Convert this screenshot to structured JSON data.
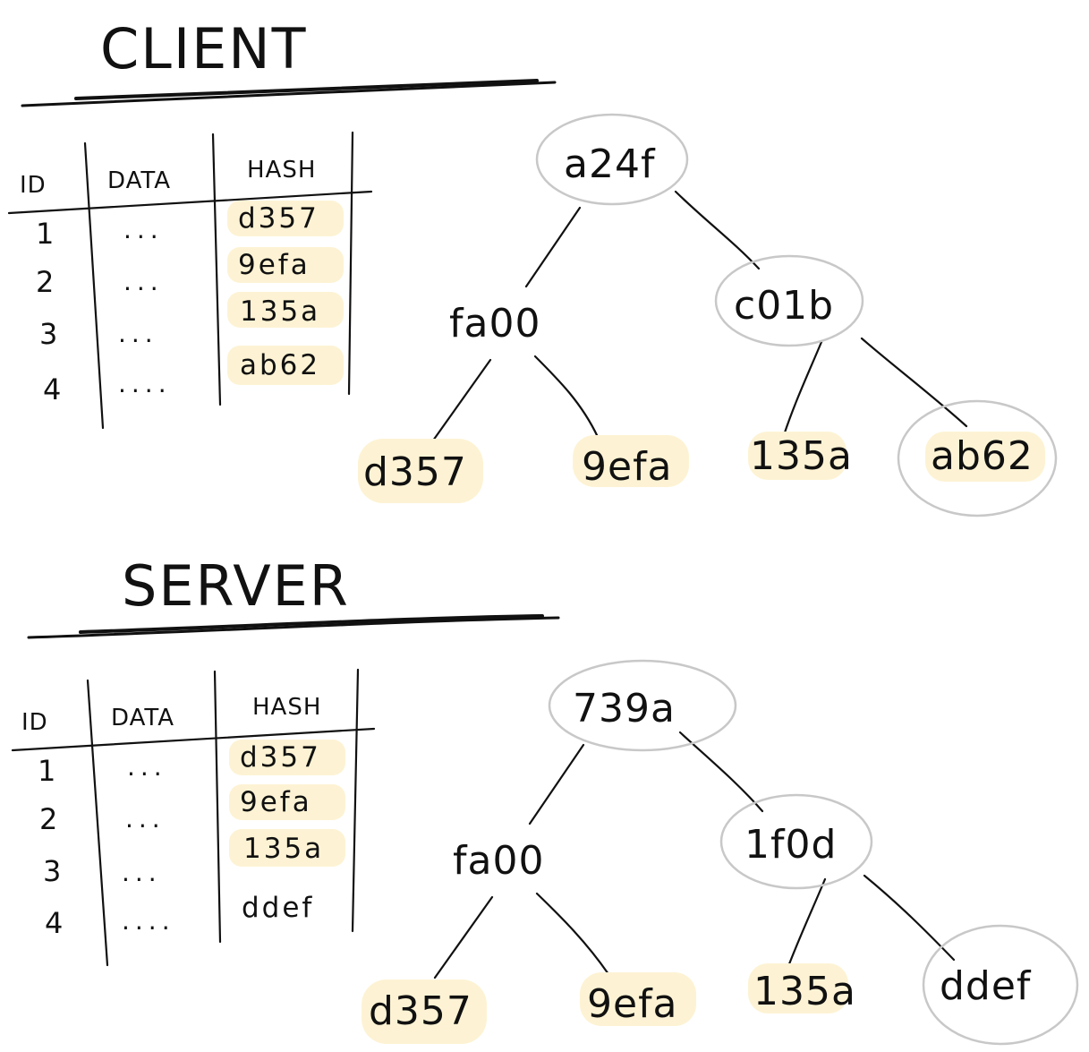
{
  "sections": [
    {
      "id": "client",
      "title": "CLIENT",
      "table": {
        "headers": [
          "ID",
          "DATA",
          "HASH"
        ],
        "rows": [
          {
            "id": "1",
            "data": "...",
            "hash": "d357",
            "highlight": true
          },
          {
            "id": "2",
            "data": "...",
            "hash": "9efa",
            "highlight": true
          },
          {
            "id": "3",
            "data": "...",
            "hash": "135a",
            "highlight": true
          },
          {
            "id": "4",
            "data": "....",
            "hash": "ab62",
            "highlight": true
          }
        ]
      },
      "tree": {
        "root": "a24f",
        "left": "fa00",
        "right": "c01b",
        "leaves": [
          "d357",
          "9efa",
          "135a",
          "ab62"
        ]
      }
    },
    {
      "id": "server",
      "title": "SERVER",
      "table": {
        "headers": [
          "ID",
          "DATA",
          "HASH"
        ],
        "rows": [
          {
            "id": "1",
            "data": "...",
            "hash": "d357",
            "highlight": true
          },
          {
            "id": "2",
            "data": "...",
            "hash": "9efa",
            "highlight": true
          },
          {
            "id": "3",
            "data": "...",
            "hash": "135a",
            "highlight": true
          },
          {
            "id": "4",
            "data": "....",
            "hash": "ddef",
            "highlight": false
          }
        ]
      },
      "tree": {
        "root": "739a",
        "left": "fa00",
        "right": "1f0d",
        "leaves": [
          "d357",
          "9efa",
          "135a",
          "ddef"
        ]
      }
    }
  ],
  "colors": {
    "ink": "#111111",
    "highlight": "#fdf3d4",
    "diff_circle": "#c8c8c8"
  }
}
